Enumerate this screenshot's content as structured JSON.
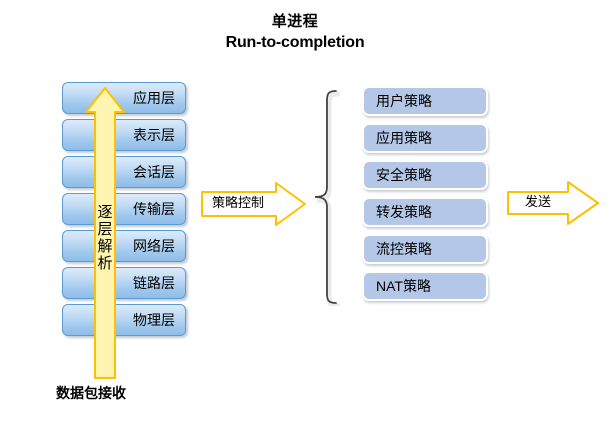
{
  "title": {
    "line1": "单进程",
    "line2": "Run-to-completion"
  },
  "osi_stack": {
    "layers": [
      {
        "label": "应用层"
      },
      {
        "label": "表示层"
      },
      {
        "label": "会话层"
      },
      {
        "label": "传输层"
      },
      {
        "label": "网络层"
      },
      {
        "label": "链路层"
      },
      {
        "label": "物理层"
      }
    ],
    "caption": "数据包接收",
    "arrow_text": [
      "逐",
      "层",
      "解",
      "析"
    ]
  },
  "arrows": {
    "policy_control": "策略控制",
    "send": "发送"
  },
  "policies": {
    "items": [
      {
        "label": "用户策略"
      },
      {
        "label": "应用策略"
      },
      {
        "label": "安全策略"
      },
      {
        "label": "转发策略"
      },
      {
        "label": "流控策略"
      },
      {
        "label": "NAT策略"
      }
    ]
  },
  "colors": {
    "layer_border": "#5b9bd5",
    "layer_fill_top": "#dcebfa",
    "layer_fill_bottom": "#8fbde8",
    "policy_fill": "#b4c7e7",
    "arrow_fill": "#fdf5b0",
    "arrow_border": "#ffc000",
    "brace_stroke": "#404040",
    "text": "#000000"
  }
}
